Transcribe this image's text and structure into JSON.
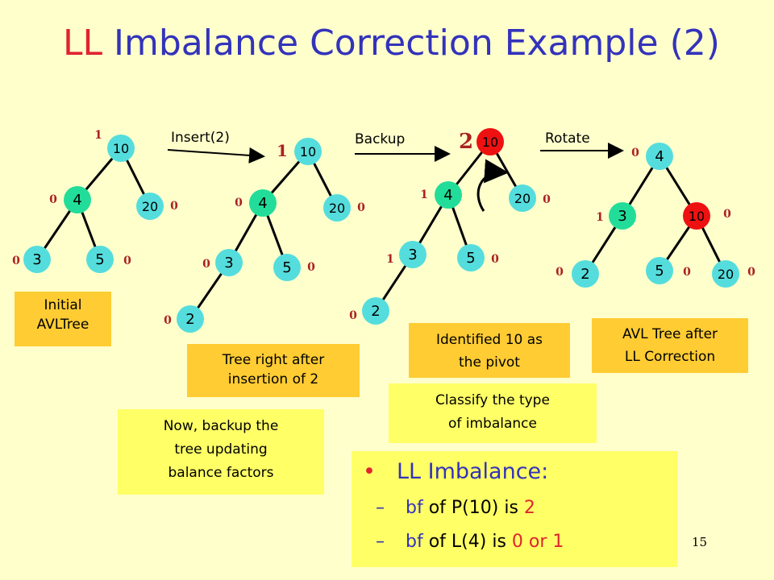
{
  "title": {
    "ll": "LL",
    "rest": "Imbalance Correction Example (2)"
  },
  "steps": {
    "insert": "Insert(2)",
    "backup": "Backup",
    "rotate": "Rotate"
  },
  "trees": [
    {
      "nodes": [
        {
          "id": "t1n10",
          "label": "10",
          "color": "teal",
          "bf": "1"
        },
        {
          "id": "t1n4",
          "label": "4",
          "color": "green",
          "bf": "0"
        },
        {
          "id": "t1n20",
          "label": "20",
          "color": "teal",
          "bf": "0"
        },
        {
          "id": "t1n3",
          "label": "3",
          "color": "teal",
          "bf": "0"
        },
        {
          "id": "t1n5",
          "label": "5",
          "color": "teal",
          "bf": "0"
        }
      ]
    },
    {
      "nodes": [
        {
          "id": "t2n10",
          "label": "10",
          "color": "teal",
          "bf": "1"
        },
        {
          "id": "t2n4",
          "label": "4",
          "color": "green",
          "bf": "0"
        },
        {
          "id": "t2n20",
          "label": "20",
          "color": "teal",
          "bf": "0"
        },
        {
          "id": "t2n3",
          "label": "3",
          "color": "teal",
          "bf": "0"
        },
        {
          "id": "t2n5",
          "label": "5",
          "color": "teal",
          "bf": "0"
        },
        {
          "id": "t2n2",
          "label": "2",
          "color": "teal",
          "bf": "0"
        }
      ]
    },
    {
      "nodes": [
        {
          "id": "t3n10",
          "label": "10",
          "color": "red",
          "bf": "2"
        },
        {
          "id": "t3n4",
          "label": "4",
          "color": "green",
          "bf": "1"
        },
        {
          "id": "t3n20",
          "label": "20",
          "color": "teal",
          "bf": "0"
        },
        {
          "id": "t3n3",
          "label": "3",
          "color": "teal",
          "bf": "1"
        },
        {
          "id": "t3n5",
          "label": "5",
          "color": "teal",
          "bf": "0"
        },
        {
          "id": "t3n2",
          "label": "2",
          "color": "teal",
          "bf": "0"
        }
      ]
    },
    {
      "nodes": [
        {
          "id": "t4n4",
          "label": "4",
          "color": "teal",
          "bf": "0"
        },
        {
          "id": "t4n3",
          "label": "3",
          "color": "green",
          "bf": "1"
        },
        {
          "id": "t4n10",
          "label": "10",
          "color": "red",
          "bf": "0"
        },
        {
          "id": "t4n2",
          "label": "2",
          "color": "teal",
          "bf": "0"
        },
        {
          "id": "t4n5",
          "label": "5",
          "color": "teal",
          "bf": "0"
        },
        {
          "id": "t4n20",
          "label": "20",
          "color": "teal",
          "bf": "0"
        }
      ]
    }
  ],
  "notes": {
    "initial": [
      "Initial",
      "AVLTree"
    ],
    "after_insert": [
      "Tree right after",
      "insertion of 2"
    ],
    "backup": [
      "Now, backup the",
      "tree updating",
      "balance factors"
    ],
    "pivot": [
      "Identified 10 as",
      "the pivot"
    ],
    "classify": [
      "Classify the type",
      "of imbalance"
    ],
    "after_correction": [
      "AVL Tree after",
      "LL Correction"
    ]
  },
  "bullets": {
    "heading": "LL Imbalance:",
    "item1": {
      "bf": "bf",
      "text": "of P(10) is",
      "value": "2"
    },
    "item2": {
      "bf": "bf",
      "text": "of L(4) is",
      "value": "0 or 1"
    }
  },
  "colors": {
    "teal": "#55dddd",
    "green": "#22dd99",
    "red": "#ee1111",
    "bf_label": "#aa2222",
    "title_blue": "#3333bb",
    "title_red": "#e0242e",
    "note_orange": "#ffcc33",
    "note_yellow": "#ffff66"
  },
  "page_number": "15"
}
